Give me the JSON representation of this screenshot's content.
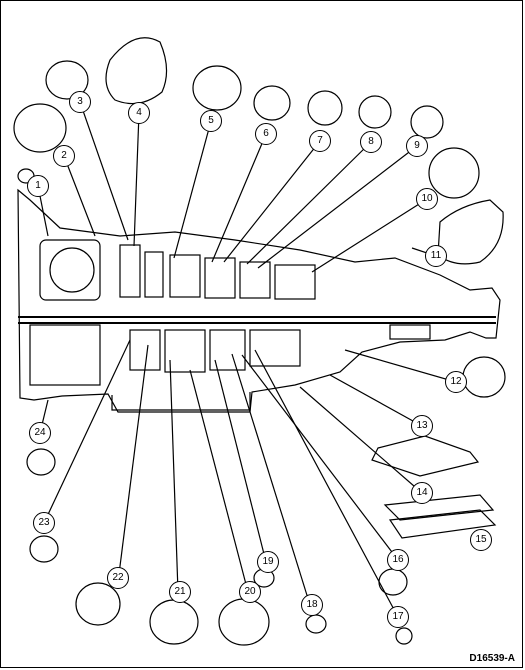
{
  "figure_id": "D16539-A",
  "callouts": [
    "1",
    "2",
    "3",
    "4",
    "5",
    "6",
    "7",
    "8",
    "9",
    "10",
    "11",
    "12",
    "13",
    "14",
    "15",
    "16",
    "17",
    "18",
    "19",
    "20",
    "21",
    "22",
    "23",
    "24"
  ]
}
